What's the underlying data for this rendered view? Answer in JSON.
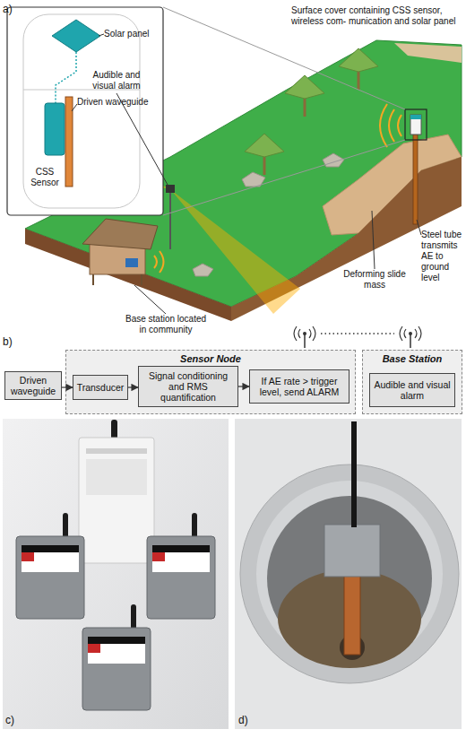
{
  "diagram": {
    "nodes": [
      {
        "text": [
          "Driven waveguide"
        ]
      },
      {
        "text": [
          "Sensor Node"
        ]
      },
      {
        "text": [
          "Transducer"
        ],
        "in": 1
      },
      {
        "text": [
          "Signal conditioning and RMS quantification"
        ],
        "in": 1
      },
      {
        "text": [
          "If AE rate > trigger level, send ALARM"
        ],
        "in": 1
      },
      {
        "text": [
          "Base Station"
        ]
      },
      {
        "text": [
          "Audible and visual alarm"
        ],
        "in": 5
      }
    ],
    "edges": [
      {
        "from": 0,
        "to": 2,
        "arrow": "to"
      },
      {
        "from": 2,
        "to": 3,
        "arrow": "to"
      },
      {
        "from": 3,
        "to": 4,
        "arrow": "to"
      }
    ],
    "labels": [
      "a)",
      "Solar panel",
      "Audible and visual alarm",
      "Surface cover containing CSS sensor, wireless com- munication and solar panel",
      "Driven waveguide",
      "CSS Sensor",
      "Steel tube transmits AE to ground level",
      "Deforming slide mass",
      "Base station located in community",
      "b)",
      "c)",
      "d)"
    ]
  }
}
